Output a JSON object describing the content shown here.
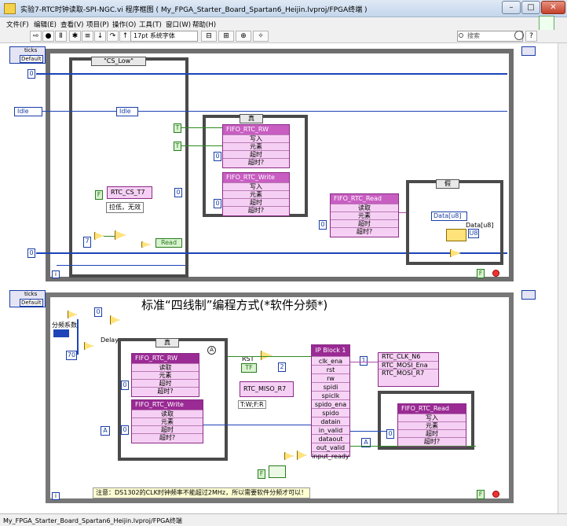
{
  "window": {
    "title": "实验7-RTC时钟读取-SPI-NGC.vi 程序框图 ( My_FPGA_Starter_Board_Spartan6_Heijin.lvproj/FPGA终端 )"
  },
  "menu": [
    "文件(F)",
    "编辑(E)",
    "查看(V)",
    "项目(P)",
    "操作(O)",
    "工具(T)",
    "窗口(W)",
    "帮助(H)"
  ],
  "toolbar": {
    "font": "17pt 系统字体",
    "search_placeholder": "搜索"
  },
  "loop1": {
    "ticks_label": "ticks",
    "ticks_mode": "Default",
    "const_0_top": "0",
    "enum_idle_left": "Idle",
    "enum_idle_inner": "Idle",
    "const_0_bottom": "0",
    "selector": "\"CS_Low\"",
    "case_true": "真",
    "case_false": "假",
    "fifo_rw": {
      "name": "FIFO_RTC_RW",
      "rows": [
        "写入",
        "元素",
        "超时",
        "超时?"
      ]
    },
    "fifo_write": {
      "name": "FIFO_RTC_Write",
      "rows": [
        "写入",
        "元素",
        "超时",
        "超时?"
      ]
    },
    "fifo_read": {
      "name": "FIFO_RTC_Read",
      "rows": [
        "读取",
        "元素",
        "超时",
        "超时?"
      ]
    },
    "const_t1": "T",
    "const_t2": "T",
    "const_0_rw": "0",
    "const_0_w": "0",
    "const_0_read": "0",
    "cs_node": "RTC_CS_T7",
    "cs_note": "拉低，无效",
    "const_7": "7",
    "read_label": "Read",
    "data_u8": "Data[u8]",
    "data_u8_out": "Data[u8]",
    "u8_label": "U8",
    "const_f": "F"
  },
  "loop2": {
    "ticks_label": "ticks",
    "ticks_mode": "Default",
    "heading": "标准“四线制”编程方式(*软件分频*)",
    "div_label": "分频系数",
    "const_0": "0",
    "const_70": "70",
    "delay_label": "Delay",
    "case_true": "真",
    "fifo_rw": {
      "name": "FIFO_RTC_RW",
      "rows": [
        "读取",
        "元素",
        "超时",
        "超时?"
      ]
    },
    "fifo_write": {
      "name": "FIFO_RTC_Write",
      "rows": [
        "读取",
        "元素",
        "超时",
        "超时?"
      ]
    },
    "fifo_read": {
      "name": "FIFO_RTC_Read",
      "rows": [
        "写入",
        "元素",
        "超时",
        "超时?"
      ]
    },
    "const_0_rw": "0",
    "const_0_w": "0",
    "const_0_read": "0",
    "rst_label": "RST",
    "rst_true": "TF",
    "const_2": "2",
    "const_1": "1",
    "miso_node": "RTC_MISO_R7",
    "miso_note": "T:W;F:R",
    "ip_title": "IP Block 1",
    "ip_pins": [
      "clk_ena",
      "rst",
      "rw",
      "spidi",
      "spiclk",
      "spido_ena",
      "spido",
      "datain",
      "in_valid",
      "dataout",
      "out_valid",
      "input_ready"
    ],
    "out_nodes": [
      "RTC_CLK_N6",
      "RTC_MOSI_Ena",
      "RTC_MOSI_R7"
    ],
    "note": "注意：DS1302的CLK时钟频率不能超过2MHz，所以需要软件分频才可以！",
    "const_f": "F",
    "const_a1": "A",
    "const_a2": "A"
  },
  "status": {
    "text": "My_FPGA_Starter_Board_Spartan6_Heijin.lvproj/FPGA终端"
  }
}
